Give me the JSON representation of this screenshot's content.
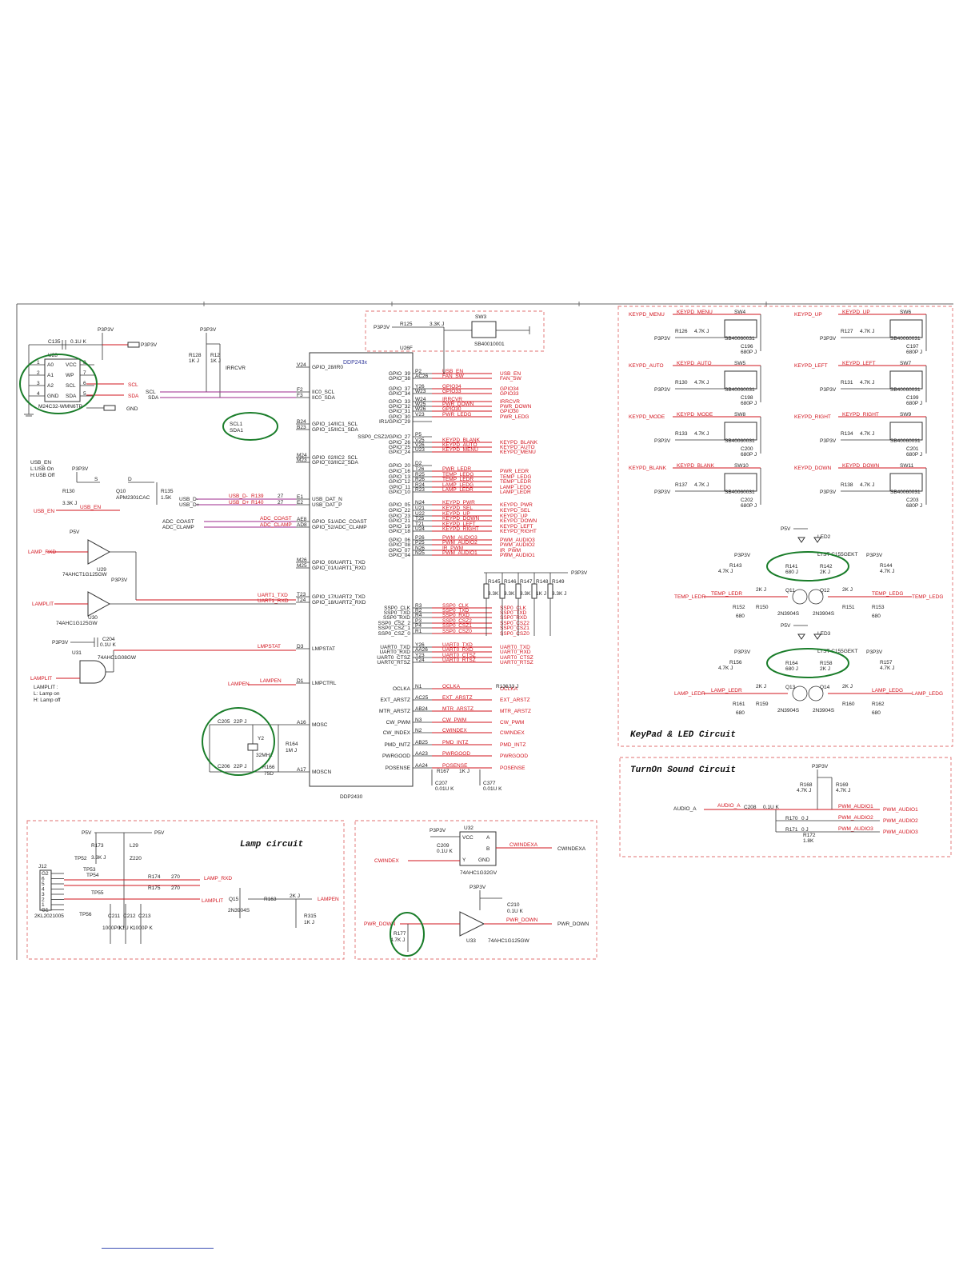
{
  "colors": {
    "wire_red": "#d2141e",
    "wire_black": "#333333",
    "net_magenta": "#9c2a8c",
    "highlight_green": "#1a7d2a",
    "section_dash": "#e07070",
    "chip_title_blue": "#333a9c"
  },
  "main_chip": {
    "ref": "U26F",
    "part_title": "DDP243x",
    "bottom_label": "DDP2430",
    "left_pins": [
      {
        "num": "V24",
        "name": "GPIO_28/IR0",
        "net": "IRRCVR"
      },
      {
        "num": "F2",
        "name": "IIC0_SCL",
        "net": "SCL"
      },
      {
        "num": "F3",
        "name": "IIC0_SDA",
        "net": "SDA"
      },
      {
        "num": "B24",
        "name": "GPIO_14/IIC1_SCL",
        "net": "SCL1"
      },
      {
        "num": "B23",
        "name": "GPIO_15/IIC1_SDA",
        "net": "SDA1"
      },
      {
        "num": "M24",
        "name": "GPIO_02/IIC2_SCL",
        "net": ""
      },
      {
        "num": "M23",
        "name": "GPIO_03/IIC2_SDA",
        "net": ""
      },
      {
        "num": "E1",
        "name": "USB_DAT_N",
        "net": "USB_D-"
      },
      {
        "num": "E2",
        "name": "USB_DAT_P",
        "net": "USB_D+"
      },
      {
        "num": "AE8",
        "name": "GPIO_51/ADC_COAST",
        "net": "ADC_COAST"
      },
      {
        "num": "AD8",
        "name": "GPIO_52/ADC_CLAMP",
        "net": "ADC_CLAMP"
      },
      {
        "num": "M26",
        "name": "GPIO_00/UART1_TXD",
        "net": ""
      },
      {
        "num": "M25",
        "name": "GPIO_01/UART1_RXD",
        "net": ""
      },
      {
        "num": "T23",
        "name": "GPIO_17/UART2_TXD",
        "net": "UART1_TXD"
      },
      {
        "num": "T24",
        "name": "GPIO_18/UART2_RXD",
        "net": "UART1_RXD"
      },
      {
        "num": "D3",
        "name": "LMPSTAT",
        "net": "LMPSTAT"
      },
      {
        "num": "D1",
        "name": "LMPCTRL",
        "net": "LAMPEN"
      },
      {
        "num": "A16",
        "name": "MOSC",
        "net": ""
      },
      {
        "num": "A17",
        "name": "MOSCN",
        "net": ""
      }
    ],
    "right_pins": [
      {
        "num": "P2",
        "name": "GPIO_39",
        "net": "USB_EN"
      },
      {
        "num": "AC26",
        "name": "GPIO_38",
        "net": "FAN_SW"
      },
      {
        "num": "Y26",
        "name": "GPIO_37",
        "net": "GPIO34"
      },
      {
        "num": "W23",
        "name": "GPIO_34",
        "net": "GPIO33"
      },
      {
        "num": "W24",
        "name": "GPIO_33",
        "net": "IRRCVR"
      },
      {
        "num": "W25",
        "name": "GPIO_32",
        "net": "PWR_DOWN"
      },
      {
        "num": "W26",
        "name": "GPIO_31",
        "net": "GPIO30"
      },
      {
        "num": "V23",
        "name": "GPIO_30",
        "net": "PWR_LEDG"
      },
      {
        "num": "",
        "name": "IR1/GPIO_29",
        "net": ""
      },
      {
        "num": "P5",
        "name": "SSP0_CSZ2/GPIO_27",
        "net": ""
      },
      {
        "num": "V25",
        "name": "GPIO_26",
        "net": "KEYPD_BLANK"
      },
      {
        "num": "V26",
        "name": "GPIO_25",
        "net": "KEYPD_AUTO"
      },
      {
        "num": "U23",
        "name": "GPIO_24",
        "net": "KEYPD_MENU"
      },
      {
        "num": "D2",
        "name": "GPIO_20",
        "net": ""
      },
      {
        "num": "T26",
        "name": "GPIO_16",
        "net": "PWR_LEDR"
      },
      {
        "num": "R25",
        "name": "GPIO_13",
        "net": "TEMP_LEDG"
      },
      {
        "num": "R26",
        "name": "GPIO_12",
        "net": "TEMP_LEDR"
      },
      {
        "num": "R24",
        "name": "GPIO_11",
        "net": "LAMP_LEDG"
      },
      {
        "num": "R23",
        "name": "GPIO_10",
        "net": "LAMP_LEDR"
      },
      {
        "num": "N24",
        "name": "GPIO_05",
        "net": "KEYPD_PWR"
      },
      {
        "num": "U21",
        "name": "GPIO_22",
        "net": "KEYPD_SEL"
      },
      {
        "num": "U22",
        "name": "GPIO_23",
        "net": "KEYPD_UP"
      },
      {
        "num": "T25",
        "name": "GPIO_21",
        "net": "KEYPD_DOWN"
      },
      {
        "num": "T21",
        "name": "GPIO_19",
        "net": "KEYPD_LEFT"
      },
      {
        "num": "U24",
        "name": "GPIO_18",
        "net": "KEYPD_RIGHT"
      },
      {
        "num": "P26",
        "name": "GPIO_06",
        "net": "PWM_AUDIO3"
      },
      {
        "num": "P25",
        "name": "GPIO_08",
        "net": "PWM_AUDIO2"
      },
      {
        "num": "N26",
        "name": "GPIO_07",
        "net": "IR_PWM"
      },
      {
        "num": "N25",
        "name": "GPIO_04",
        "net": "PWM_AUDIO1"
      },
      {
        "num": "R3",
        "name": "SSP0_CLK",
        "net": "SSP0_CLK"
      },
      {
        "num": "R2",
        "name": "SSP0_TXD",
        "net": "SSP0_TXD"
      },
      {
        "num": "R4",
        "name": "SSP0_RXD",
        "net": "SSP0_RXD"
      },
      {
        "num": "P3",
        "name": "SSP0_CSZ_2",
        "net": "SSP0_CSZ2"
      },
      {
        "num": "P4",
        "name": "SSP0_CSZ_1",
        "net": "SSP0_CSZ1"
      },
      {
        "num": "R1",
        "name": "SSP0_CSZ_0",
        "net": "SSP0_CSZ0"
      },
      {
        "num": "Y26",
        "name": "UART0_TXD",
        "net": "UART0_TXD"
      },
      {
        "num": "AA26",
        "name": "UART0_RXD",
        "net": "UART0_RXD"
      },
      {
        "num": "Y23",
        "name": "UART0_CTSZ",
        "net": "UART0_CTSZ"
      },
      {
        "num": "Y24",
        "name": "UART0_RTSZ",
        "net": "UART0_RTSZ"
      },
      {
        "num": "N1",
        "name": "OCLKA",
        "net": "OCLKA"
      },
      {
        "num": "AC25",
        "name": "EXT_ARSTZ",
        "net": "EXT_ARSTZ"
      },
      {
        "num": "AB24",
        "name": "MTR_ARSTZ",
        "net": "MTR_ARSTZ"
      },
      {
        "num": "N3",
        "name": "CW_PWM",
        "net": "CW_PWM"
      },
      {
        "num": "N2",
        "name": "CW_INDEX",
        "net": "CWINDEX"
      },
      {
        "num": "AB25",
        "name": "PMD_INTZ",
        "net": "PMD_INTZ"
      },
      {
        "num": "AA23",
        "name": "PWRGOOD",
        "net": "PWRGOOD"
      },
      {
        "num": "AA24",
        "name": "POSENSE",
        "net": "POSENSE"
      }
    ]
  },
  "eeprom": {
    "ref": "U28",
    "part": "M24C32-WMN6TP",
    "cap": "C135",
    "cap_val": "0.1U K",
    "pins_left": [
      "A0",
      "A1",
      "A2",
      "GND"
    ],
    "pins_right": [
      "VCC",
      "WP",
      "SCL",
      "SDA"
    ],
    "nums_left": [
      "1",
      "2",
      "3",
      "4"
    ],
    "nums_right": [
      "8",
      "7",
      "6",
      "5"
    ],
    "power": "P3P3V",
    "gnd_label": "GND",
    "scl": "SCL",
    "sda": "SDA"
  },
  "pullups": {
    "r1": "R128",
    "r1_val": "1K J",
    "r2": "R12",
    "r2_val": "1K J",
    "power": "P3P3V",
    "scl": "SCL",
    "sda": "SDA"
  },
  "iic1": {
    "scl": "SCL1",
    "sda": "SDA1"
  },
  "usb": {
    "notes": [
      "USB_EN",
      "L:USB On",
      "H:USB Off"
    ],
    "power": "P3P3V",
    "q": "Q10",
    "q_part": "APM2301CAC",
    "r_pull": "R130",
    "r_pull_val": "3.3K J",
    "r_b": "R135",
    "r_b_val": "1.5K",
    "en": "USB_EN",
    "dm": "USB_D-",
    "dp": "USB_D+",
    "r_dm": "R139",
    "r_dp": "R140",
    "r_val": "27",
    "d_label": "D",
    "s_label": "S"
  },
  "adc": {
    "coast": "ADC_COAST",
    "clamp": "ADC_CLAMP"
  },
  "lamp_buffers": {
    "p5v": "P5V",
    "u29": "U29",
    "u29_part": "74AHCT1G125GW",
    "lamp_rxd": "LAMP_RXD",
    "p3": "P3P3V",
    "u30": "U30",
    "u30_part": "74AHC1G125GW",
    "lamplit": "LAMPLIT",
    "uart1_txd": "UART1_TXD",
    "uart1_rxd": "UART1_RXD"
  },
  "lmpstat": {
    "power": "P3P3V",
    "cap": "C204",
    "cap_val": "0.1U K",
    "u31": "U31",
    "u31_part": "74AHC1G08GW",
    "lamplit": "LAMPLIT",
    "notes": [
      "LAMPLIT :",
      "L: Lamp on",
      "H: Lamp off"
    ],
    "net": "LMPSTAT",
    "lampen": "LAMPEN"
  },
  "crystal": {
    "c1": "C205",
    "c1_val": "22P J",
    "c2": "C206",
    "c2_val": "22P J",
    "y": "Y2",
    "freq": "32MHz",
    "r_fb": "R164",
    "r_fb_val": "1M J",
    "r_s": "R166",
    "r_s_val": "75D"
  },
  "sw3": {
    "ref": "SW3",
    "part": "SB40010001",
    "power": "P3P3V",
    "r": "R125",
    "r_val": "3.3K J"
  },
  "ssp_pullups": {
    "power": "P3P3V",
    "refs": [
      "R145",
      "R146",
      "R147",
      "R148",
      "R149"
    ],
    "vals": [
      "3.3K",
      "3.3K",
      "3.3K",
      "1K J",
      "3.3K J"
    ]
  },
  "right_nets": {
    "pwr_ledg": "PWR_LEDG",
    "pwr_ledr": "PWR_LEDR",
    "temp_ledg": "TEMP_LEDG",
    "temp_ledr": "TEMP_LEDR",
    "lamp_ledg": "LAMP_LEDG",
    "lamp_ledr": "LAMP_LEDR",
    "keypd_pwr": "KEYPD_PWR",
    "keypd_sel": "KEYPD_SEL",
    "ext_arstz": "EXT_ARSTZ",
    "oclka": "OCLKA",
    "r_oclk": "R136",
    "r_oclk_val": "33 J",
    "r_pos": "R167",
    "r_pos_val": "1K J",
    "c207": "C207",
    "c207_val": "0.01U K",
    "c377": "C377",
    "c377_val": "0.01U K",
    "cwindex": "CWINDEX",
    "cw_pwm": "CW_PWM",
    "mtr_arstz": "MTR_ARSTZ",
    "pmd_intz": "PMD_INTZ",
    "pwrgood": "PWRGOOD",
    "posense": "POSENSE"
  },
  "keypad": {
    "title": "KeyPad & LED Circuit",
    "power": "P3P3V",
    "cells": [
      {
        "net": "KEYPD_MENU",
        "sw": "SW4",
        "r": "R126",
        "r_val": "4.7K J",
        "part": "SB40060031",
        "c": "C196",
        "c_val": "680P J"
      },
      {
        "net": "KEYPD_UP",
        "sw": "SW6",
        "r": "R127",
        "r_val": "4.7K J",
        "part": "SB40060031",
        "c": "C197",
        "c_val": "680P J"
      },
      {
        "net": "KEYPD_AUTO",
        "sw": "SW5",
        "r": "R130",
        "r_val": "4.7K J",
        "part": "SB40060031",
        "c": "C198",
        "c_val": "680P J"
      },
      {
        "net": "KEYPD_LEFT",
        "sw": "SW7",
        "r": "R131",
        "r_val": "4.7K J",
        "part": "SB40060031",
        "c": "C199",
        "c_val": "680P J"
      },
      {
        "net": "KEYPD_MODE",
        "sw": "SW8",
        "r": "R133",
        "r_val": "4.7K J",
        "part": "SB40060031",
        "c": "C200",
        "c_val": "680P J"
      },
      {
        "net": "KEYPD_RIGHT",
        "sw": "SW9",
        "r": "R134",
        "r_val": "4.7K J",
        "part": "SB40060031",
        "c": "C201",
        "c_val": "680P J"
      },
      {
        "net": "KEYPD_BLANK",
        "sw": "SW10",
        "r": "R137",
        "r_val": "4.7K J",
        "part": "SB40060031",
        "c": "C202",
        "c_val": "680P J"
      },
      {
        "net": "KEYPD_DOWN",
        "sw": "SW11",
        "r": "R138",
        "r_val": "4.7K J",
        "part": "SB40060031",
        "c": "C203",
        "c_val": "680P J"
      }
    ]
  },
  "led_blocks": [
    {
      "p5v": "P5V",
      "led": "LED2",
      "led_part": "LTST-C155GEKT",
      "power": "P3P3V",
      "rl": "R143",
      "rl_val": "4.7K J",
      "rr": "R144",
      "rr_val": "4.7K J",
      "ra": "R141",
      "ra_val": "680 J",
      "rb": "R142",
      "rb_val": "2K J",
      "qa": "Q11",
      "qb": "Q12",
      "q_part": "2N3904S",
      "rba": "R150",
      "rbb": "R151",
      "rea": "R152",
      "reb": "R153",
      "re_val": "680",
      "left_net": "TEMP_LEDR",
      "right_net": "TEMP_LEDG"
    },
    {
      "p5v": "P5V",
      "led": "LED3",
      "led_part": "LTST-C155GEKT",
      "power": "P3P3V",
      "rl": "R156",
      "rl_val": "4.7K J",
      "rr": "R157",
      "rr_val": "4.7K J",
      "ra": "R164",
      "ra_val": "680 J",
      "rb": "R158",
      "rb_val": "2K J",
      "qa": "Q13",
      "qb": "Q14",
      "q_part": "2N3904S",
      "rba": "R159",
      "rbb": "R160",
      "rea": "R161",
      "reb": "R162",
      "re_val": "680",
      "left_net": "LAMP_LEDR",
      "right_net": "LAMP_LEDG"
    }
  ],
  "sound": {
    "title": "TurnOn Sound Circuit",
    "power": "P3P3V",
    "r1": "R168",
    "r1_val": "4.7K J",
    "r2": "R169",
    "r2_val": "4.7K J",
    "audio": "AUDIO_A",
    "c": "C208",
    "c_val": "0.1U K",
    "r170": "R170",
    "r170_val": "0 J",
    "r171": "R171",
    "r171_val": "0 J",
    "r172": "R172",
    "r172_val": "1.8K",
    "pwm1": "PWM_AUDIO1",
    "pwm2": "PWM_AUDIO2",
    "pwm3": "PWM_AUDIO3"
  },
  "lamp_circuit": {
    "title": "Lamp circuit",
    "p5v": "P5V",
    "conn": "J12",
    "conn_part": "2KL2021005",
    "r173": "R173",
    "r173_val": "3.3K J",
    "l29": "L29",
    "l29_val": "Z220",
    "tp52": "TP52",
    "tp53": "TP53",
    "tp54": "TP54",
    "tp55": "TP55",
    "tp56": "TP56",
    "r174": "R174",
    "r175": "R175",
    "r_val": "270",
    "lamp_rxd": "LAMP_RXD",
    "lamplit": "LAMPLIT",
    "lampen": "LAMPEN",
    "q15": "Q15",
    "q15_part": "2N3904S",
    "r163": "R163",
    "r163_val": "2K J",
    "r315": "R315",
    "r315_val": "1K J",
    "caps": [
      "C211",
      "C212",
      "C213"
    ],
    "cap_vals": [
      "1000P K",
      "0.1U K",
      "1000P K"
    ],
    "conn_pins": [
      "G2",
      "6",
      "5",
      "4",
      "3",
      "2",
      "1",
      "G1"
    ]
  },
  "logic_bottom": {
    "p3": "P3P3V",
    "u32": "U32",
    "u32_part": "74AHC1G32GV",
    "c209": "C209",
    "c209_val": "0.1U K",
    "cwindex": "CWINDEX",
    "cwindexa": "CWINDEXA",
    "u33": "U33",
    "u33_part": "74AHC1G125GW",
    "c210": "C210",
    "c210_val": "0.1U K",
    "pwr_down": "PWR_DOWN",
    "r177": "R177",
    "r177_val": "4.7K J",
    "pins": [
      "VCC",
      "A",
      "B",
      "Y",
      "GND"
    ]
  }
}
